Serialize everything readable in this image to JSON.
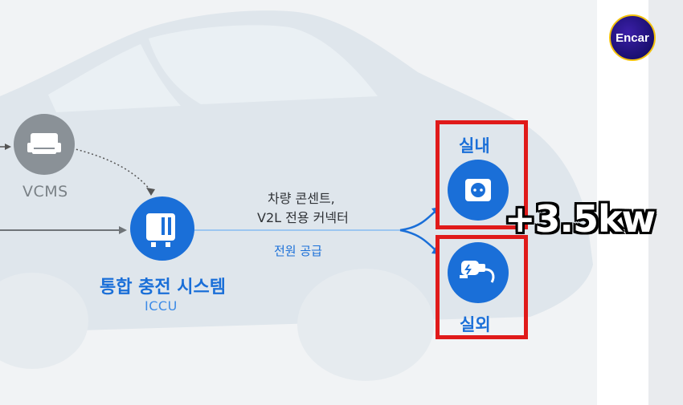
{
  "logo": {
    "text": "Encar"
  },
  "nodes": {
    "vcms": {
      "label": "VCMS"
    },
    "icu": {
      "title": "통합 충전 시스템",
      "subtitle": "ICCU"
    }
  },
  "connector": {
    "line1": "차량 콘센트,",
    "line2": "V2L 전용 커넥터",
    "power": "전원 공급"
  },
  "outputs": {
    "indoor": "실내",
    "outdoor": "실외"
  },
  "overlay": {
    "text": "+3.5kw"
  },
  "colors": {
    "accent_blue": "#1a6fd8",
    "node_gray": "#8a9197",
    "highlight_red": "#e01a1a"
  }
}
